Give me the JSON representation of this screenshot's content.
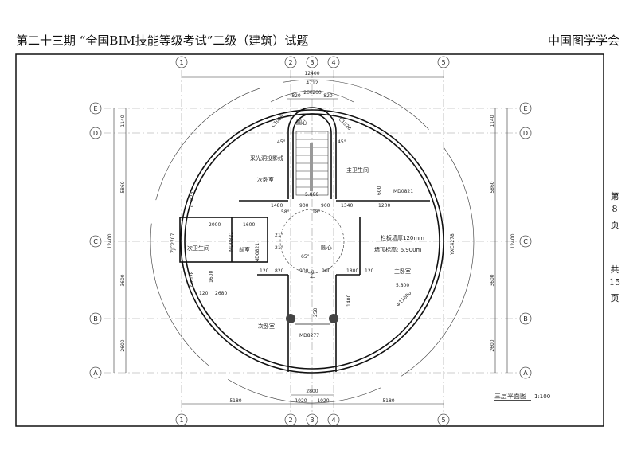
{
  "header": {
    "title": "第二十三期 “全国BIM技能等级考试”二级（建筑）试题",
    "organization": "中国图学学会"
  },
  "page_info": {
    "prefix": "第",
    "page": "8",
    "page_unit": "页",
    "total_prefix": "共",
    "total": "15",
    "total_unit": "页"
  },
  "axes": {
    "columns": [
      "1",
      "2",
      "3",
      "4",
      "5"
    ],
    "rows": [
      "E",
      "D",
      "C",
      "B",
      "A"
    ]
  },
  "dimensions": {
    "top_total": "12400",
    "top_arc": "4712",
    "top_segments": [
      "820",
      "200",
      "200",
      "820"
    ],
    "left_total": "12400",
    "left_segments": [
      "1140",
      "5860",
      "3600",
      "2600"
    ],
    "right_total": "12400",
    "right_segments": [
      "1140",
      "5860",
      "3600",
      "2600"
    ],
    "bottom_arc": "2800",
    "bottom_segments": [
      "5180",
      "1020",
      "1020",
      "5180"
    ],
    "interior": [
      "2000",
      "1600",
      "1480",
      "900",
      "900",
      "1340",
      "1200",
      "600",
      "120",
      "820",
      "900",
      "900",
      "1800",
      "120",
      "2680",
      "1600",
      "1400",
      "250",
      "120"
    ],
    "angles": [
      "21°",
      "21°",
      "65°",
      "58°",
      "18°",
      "45°",
      "45°"
    ],
    "diameter": "Φ11600"
  },
  "rooms": {
    "secondary_bedroom_top": "次卧室",
    "master_bathroom": "主卫生间",
    "skylight_projection": "采光洞投影线",
    "secondary_bathroom": "次卫生间",
    "anteroom": "前室",
    "center_mark_top": "圆心",
    "center_mark": "圆心",
    "parapet_note": "栏板墙厚120mm",
    "parapet_top": "墙顶标高: 6.900m",
    "master_bedroom": "主卧室",
    "void": "上空",
    "secondary_bedroom_bottom": "次卧室"
  },
  "elevations": {
    "stair_landing": "5.800",
    "master_bedroom": "5.800"
  },
  "tags": {
    "door_master_bath": "MD0821",
    "door_bottom": "MD8277",
    "door_anteroom": "MD0821",
    "door_bath": "MD0821",
    "window_left": "ZJC2707",
    "window_right": "YXC4278",
    "window_left_upper": "C1028",
    "window_left_lower": "C1028",
    "window_top_left": "C1028",
    "window_top_right": "C1028"
  },
  "drawing_title": {
    "name": "三层平面图",
    "scale": "1:100"
  }
}
